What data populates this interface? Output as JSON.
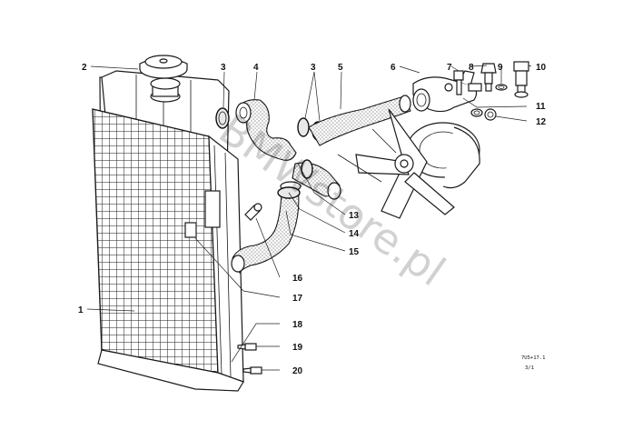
{
  "callouts": {
    "c1": "1",
    "c2": "2",
    "c3a": "3",
    "c3b": "3",
    "c4": "4",
    "c5": "5",
    "c6": "6",
    "c7": "7",
    "c8": "8",
    "c9": "9",
    "c10": "10",
    "c11": "11",
    "c12": "12",
    "c13": "13",
    "c14": "14",
    "c15": "15",
    "c16": "16",
    "c17": "17",
    "c18": "18",
    "c19": "19",
    "c20": "20"
  },
  "drawing_code": {
    "line1": "7U5+17.1",
    "line2": "3/1"
  },
  "watermark": {
    "text": "BMWstore.pl"
  }
}
